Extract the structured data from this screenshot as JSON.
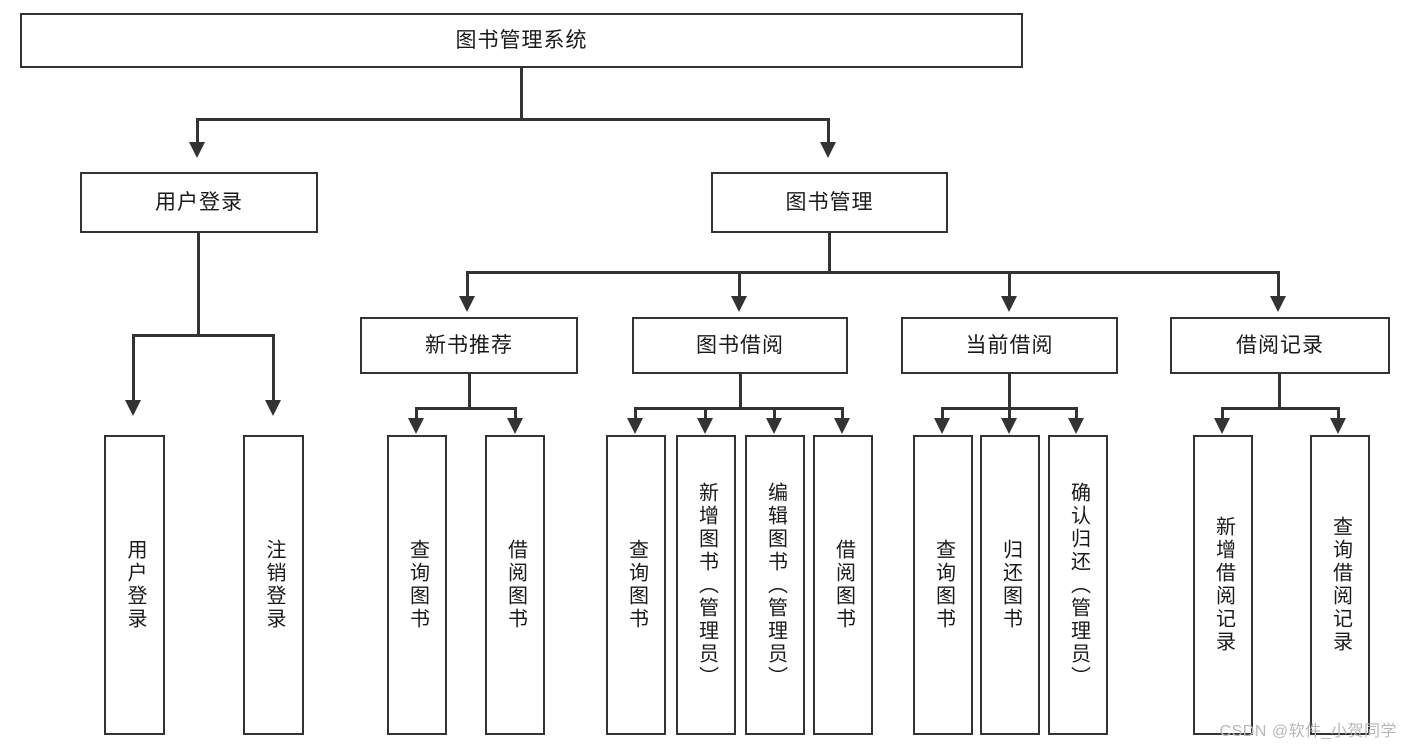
{
  "diagram": {
    "type": "tree-hierarchy-functional-decomposition",
    "root": {
      "id": "root",
      "label": "图书管理系统"
    },
    "level2": [
      {
        "id": "user-login",
        "label": "用户登录"
      },
      {
        "id": "book-management",
        "label": "图书管理"
      }
    ],
    "level3": [
      {
        "id": "new-book-recommend",
        "label": "新书推荐",
        "parent": "book-management"
      },
      {
        "id": "book-borrow",
        "label": "图书借阅",
        "parent": "book-management"
      },
      {
        "id": "current-borrow",
        "label": "当前借阅",
        "parent": "book-management"
      },
      {
        "id": "borrow-record",
        "label": "借阅记录",
        "parent": "book-management"
      }
    ],
    "leaves": {
      "user-login": [
        {
          "id": "leaf-user-login",
          "label": "用户登录"
        },
        {
          "id": "leaf-user-logout",
          "label": "注销登录"
        }
      ],
      "new-book-recommend": [
        {
          "id": "leaf-query-book-1",
          "label": "查询图书"
        },
        {
          "id": "leaf-borrow-book-1",
          "label": "借阅图书"
        }
      ],
      "book-borrow": [
        {
          "id": "leaf-query-book-2",
          "label": "查询图书"
        },
        {
          "id": "leaf-add-book",
          "label": "新增图书（管理员）"
        },
        {
          "id": "leaf-edit-book",
          "label": "编辑图书（管理员）"
        },
        {
          "id": "leaf-borrow-book-2",
          "label": "借阅图书"
        }
      ],
      "current-borrow": [
        {
          "id": "leaf-query-book-3",
          "label": "查询图书"
        },
        {
          "id": "leaf-return-book",
          "label": "归还图书"
        },
        {
          "id": "leaf-confirm-return",
          "label": "确认归还（管理员）"
        }
      ],
      "borrow-record": [
        {
          "id": "leaf-add-record",
          "label": "新增借阅记录"
        },
        {
          "id": "leaf-query-record",
          "label": "查询借阅记录"
        }
      ]
    },
    "colors": {
      "stroke": "#333333",
      "fill": "#ffffff",
      "text": "#1a1a1a",
      "watermark": "#b8b8b8"
    }
  },
  "watermark": {
    "text": "CSDN @软件_小贺同学"
  }
}
